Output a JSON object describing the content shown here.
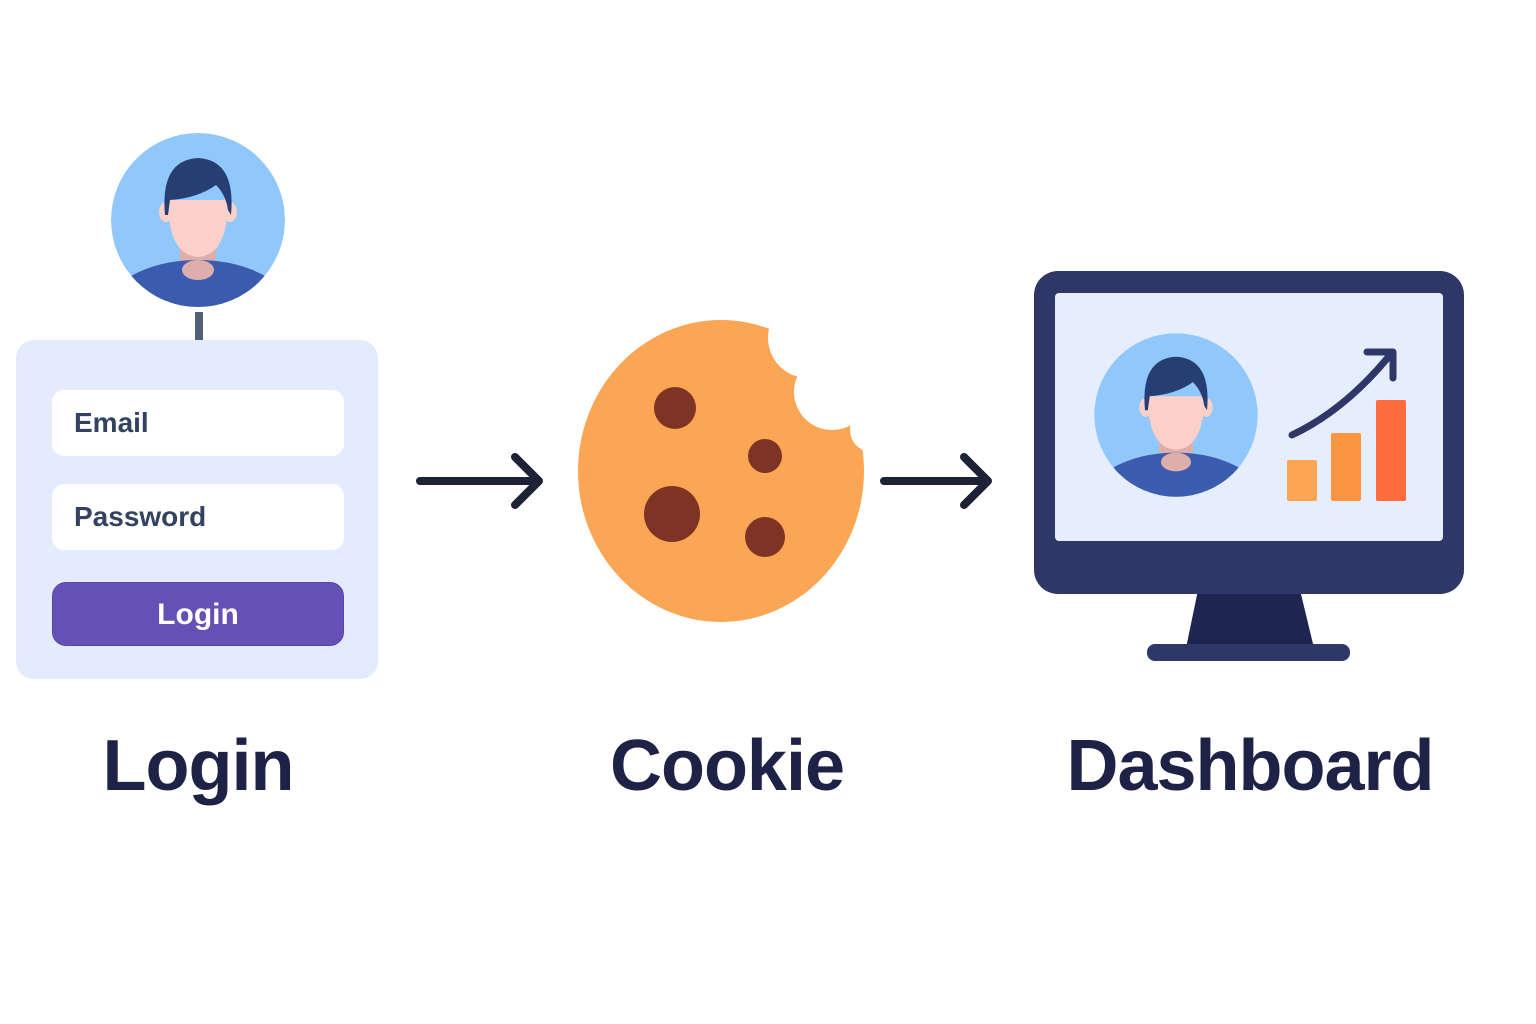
{
  "login_form": {
    "email_placeholder": "Email",
    "password_placeholder": "Password",
    "login_button": "Login"
  },
  "steps": [
    {
      "label": "Login",
      "icon": "user-avatar-icon"
    },
    {
      "label": "Cookie",
      "icon": "cookie-icon"
    },
    {
      "label": "Dashboard",
      "icon": "monitor-dashboard-icon"
    }
  ],
  "colors": {
    "text": "#1E2246",
    "button": "#6550B6",
    "cookie": "#FBA654",
    "chip": "#7E3424",
    "monitor": "#2E3768",
    "screen": "#E6EDFC",
    "bar1": "#FCA552",
    "bar2": "#FA9641",
    "bar3": "#FE6B3E"
  }
}
